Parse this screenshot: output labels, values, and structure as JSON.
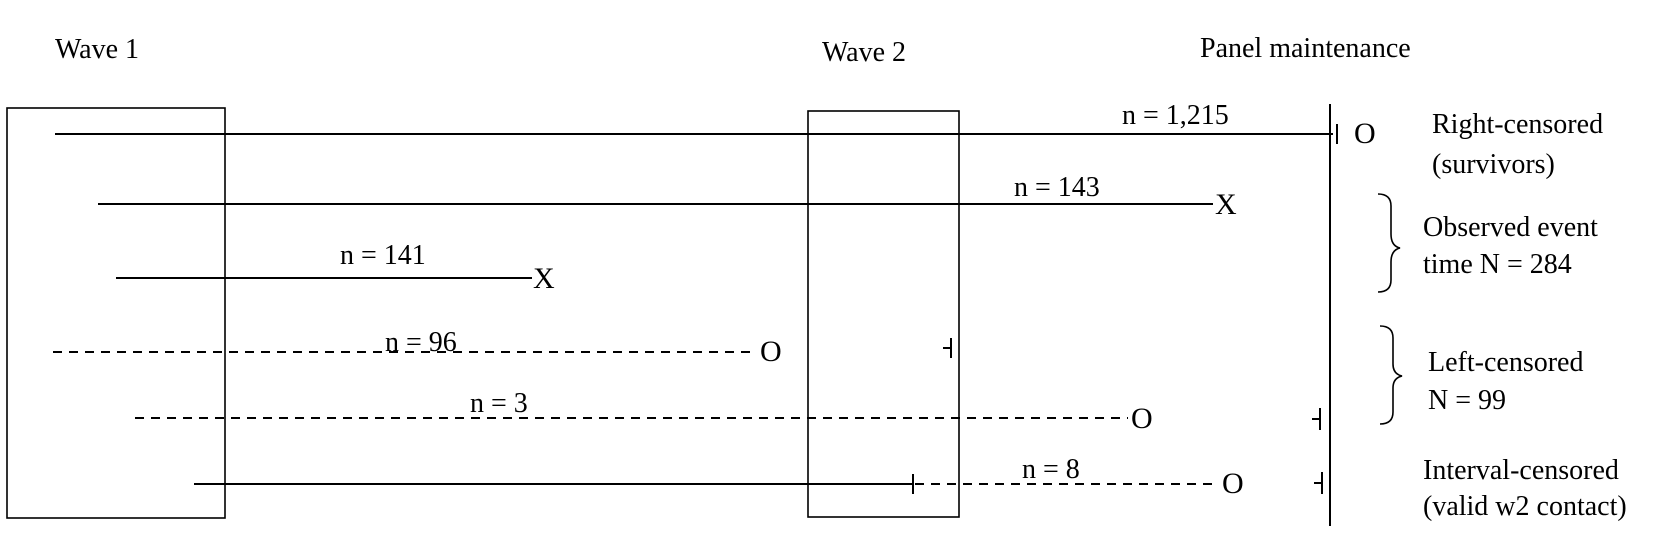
{
  "headers": {
    "wave1": "Wave 1",
    "wave2": "Wave 2",
    "panel": "Panel maintenance"
  },
  "cohorts": [
    {
      "n_label": "n = 1,215",
      "end_marker": "O",
      "line_style": "solid"
    },
    {
      "n_label": "n = 143",
      "end_marker": "X",
      "line_style": "solid"
    },
    {
      "n_label": "n = 141",
      "end_marker": "X",
      "line_style": "solid"
    },
    {
      "n_label": "n = 96",
      "end_marker": "O",
      "line_style": "dashed"
    },
    {
      "n_label": "n = 3",
      "end_marker": "O",
      "line_style": "dashed"
    },
    {
      "n_label": "n = 8",
      "end_marker": "O",
      "line_style": "solid-then-dashed"
    }
  ],
  "categories": {
    "right_censored": {
      "line1": "Right-censored",
      "line2": "(survivors)"
    },
    "observed_event": {
      "line1": "Observed event",
      "line2": "time N = 284"
    },
    "left_censored": {
      "line1": "Left-censored",
      "line2": "N = 99"
    },
    "interval_censored": {
      "line1": "Interval-censored",
      "line2": "(valid w2 contact)"
    }
  }
}
